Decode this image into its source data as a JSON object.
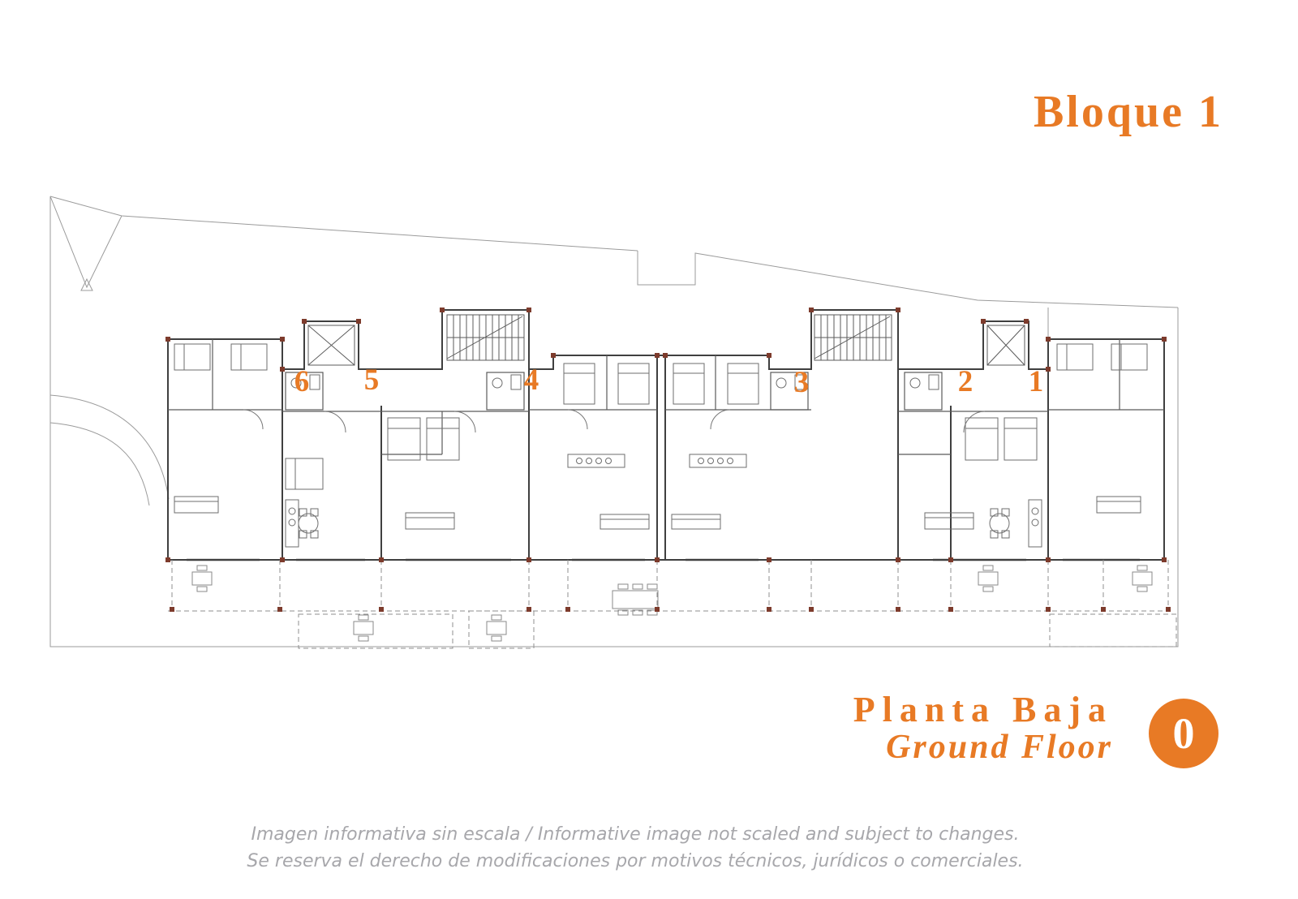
{
  "colors": {
    "accent": "#E87A25",
    "muted_text": "#A7A7AB"
  },
  "header": {
    "block_title": "Bloque 1"
  },
  "plan": {
    "unit_labels": [
      "6",
      "5",
      "4",
      "3",
      "2",
      "1"
    ]
  },
  "floor": {
    "name_es": "Planta Baja",
    "name_en": "Ground Floor",
    "level": "0"
  },
  "disclaimer": {
    "line1": "Imagen informativa sin escala /  Informative image not scaled and subject to changes.",
    "line2": "Se reserva el derecho de modificaciones por motivos técnicos, jurídicos o comerciales."
  }
}
